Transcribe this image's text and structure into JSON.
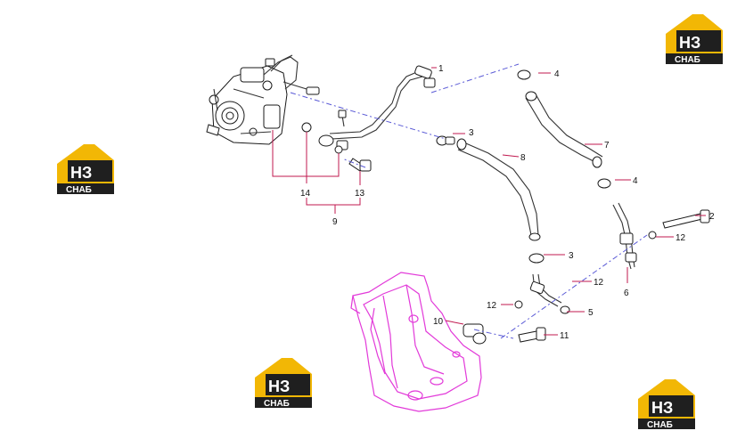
{
  "watermark": {
    "title": "НЗ",
    "subtitle": "СНАБ",
    "colors": {
      "accent": "#f2b705",
      "dark": "#1f1f1f",
      "white": "#ffffff"
    }
  },
  "callouts": {
    "c1": "1",
    "c2": "2",
    "c3a": "3",
    "c3b": "3",
    "c4a": "4",
    "c4b": "4",
    "c5": "5",
    "c6": "6",
    "c7": "7",
    "c8": "8",
    "c9": "9",
    "c10": "10",
    "c11": "11",
    "c12a": "12",
    "c12b": "12",
    "c12c": "12",
    "c13": "13",
    "c14": "14"
  },
  "colors": {
    "lines": "#333333",
    "bracket": "#e23ad9",
    "leader": "#c0184f",
    "centerline": "#5a5ad6"
  }
}
